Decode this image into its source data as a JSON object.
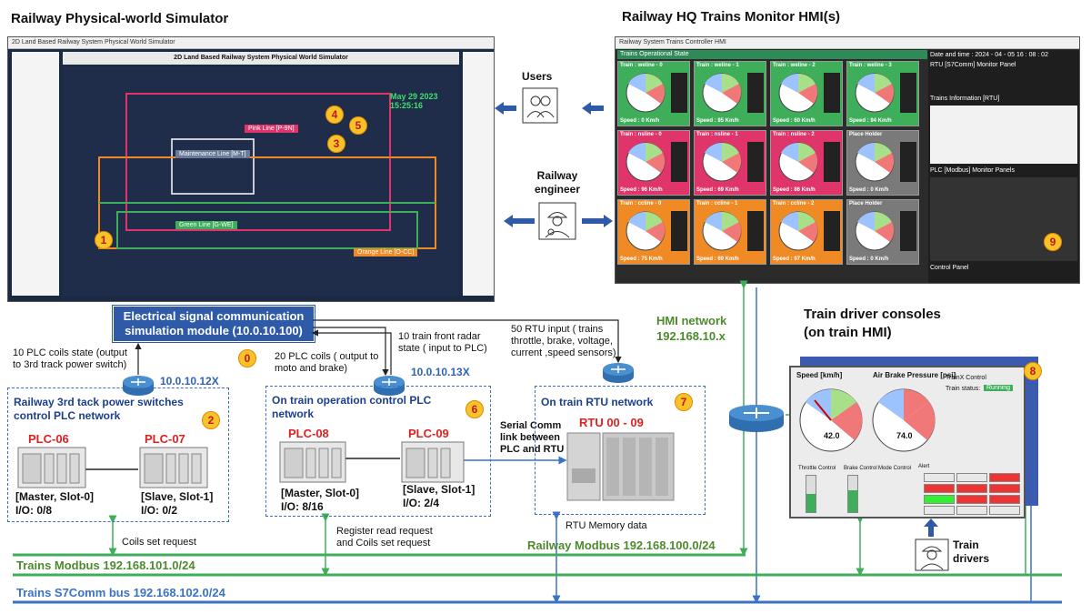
{
  "titles": {
    "simulator": "Railway Physical-world Simulator",
    "hq_hmi": "Railway HQ Trains Monitor HMI(s)",
    "driver_consoles": "Train driver consoles\n(on train HMI)"
  },
  "actors": {
    "users": "Users",
    "engineer": "Railway\nengineer",
    "drivers": "Train\ndrivers"
  },
  "esm": {
    "label": "Electrical signal communication\nsimulation module (10.0.10.100)"
  },
  "annotations": {
    "plc_coils_state": "10 PLC coils state (output\nto 3rd track power switch)",
    "plc_coils_20": "20 PLC coils ( output to\nmoto and brake)",
    "radar_state": "10 train front radar\nstate  ( input to PLC)",
    "rtu_input": "50 RTU input ( trains\nthrottle, brake, voltage,\ncurrent ,speed sensors)",
    "serial_comm": "Serial Comm\nlink between\nPLC and RTU",
    "coils_set_request": "Coils set request",
    "register_read": "Register read request\nand Coils set request",
    "rtu_memory": "RTU Memory data"
  },
  "networks": {
    "ip_12x": "10.0.10.12X",
    "ip_13x": "10.0.10.13X",
    "hmi_network": "HMI network\n192.168.10.x",
    "railway_modbus": "Railway Modbus 192.168.100.0/24",
    "trains_modbus": "Trains Modbus 192.168.101.0/24",
    "trains_s7comm": "Trains S7Comm bus 192.168.102.0/24"
  },
  "groups": {
    "power_switch": {
      "title": "Railway 3rd tack power switches\ncontrol PLC network",
      "plc_a": "PLC-06",
      "plc_b": "PLC-07",
      "plc_a_desc": "[Master, Slot-0]\nI/O: 0/8",
      "plc_b_desc": "[Slave, Slot-1]\nI/O: 0/2"
    },
    "on_train_plc": {
      "title": "On train operation control PLC\nnetwork",
      "plc_a": "PLC-08",
      "plc_b": "PLC-09",
      "plc_a_desc": "[Master, Slot-0]\nI/O: 8/16",
      "plc_b_desc": "[Slave, Slot-1]\nI/O: 2/4"
    },
    "rtu": {
      "title": "On train RTU network",
      "device": "RTU 00 - 09"
    }
  },
  "badges": [
    "0",
    "1",
    "2",
    "3",
    "4",
    "5",
    "6",
    "7",
    "8",
    "9"
  ],
  "simulator_screen": {
    "window_title": "2D Land Based Railway System Physical World Simulator",
    "heading": "2D Land Based Railway System Physical World Simulator",
    "date": "May 29 2023 15:25:16",
    "lines": [
      "Pink Line [P-9N]",
      "Maintenance Line [M-T]",
      "Green Line [G-WE]",
      "Orange Line [O-CC]"
    ]
  },
  "hmi_screen": {
    "window_title": "Railway System Trains Controller HMI",
    "section": "Trains Operational State",
    "date_time": "Date and time :  2024 - 04 - 05 16 : 08 : 02",
    "rtu_panel": "RTU [S7Comm] Monitor Panel",
    "trains_info": "Trains Information [RTU]",
    "plc_panel": "PLC [Modbus] Monitor Panels",
    "control_panel": "Control Panel",
    "tiles": [
      {
        "name": "Train : weline - 0",
        "speed": "Speed : 0 Km/h",
        "color": "#3fae5a"
      },
      {
        "name": "Train : weline - 1",
        "speed": "Speed : 95 Km/h",
        "color": "#3fae5a"
      },
      {
        "name": "Train : weline - 2",
        "speed": "Speed : 60 Km/h",
        "color": "#3fae5a"
      },
      {
        "name": "Train : weline - 3",
        "speed": "Speed : 94 Km/h",
        "color": "#3fae5a"
      },
      {
        "name": "Train : nsline - 0",
        "speed": "Speed : 96 Km/h",
        "color": "#e0356a"
      },
      {
        "name": "Train : nsline - 1",
        "speed": "Speed : 69 Km/h",
        "color": "#e0356a"
      },
      {
        "name": "Train : nsline - 2",
        "speed": "Speed : 86 Km/h",
        "color": "#e0356a"
      },
      {
        "name": "Place Holder",
        "speed": "Speed : 0 Km/h",
        "color": "#7a7a7a"
      },
      {
        "name": "Train : ccline - 0",
        "speed": "Speed : 75 Km/h",
        "color": "#f08a24"
      },
      {
        "name": "Train : ccline - 1",
        "speed": "Speed : 69 Km/h",
        "color": "#f08a24"
      },
      {
        "name": "Train : ccline - 2",
        "speed": "Speed : 97 Km/h",
        "color": "#f08a24"
      },
      {
        "name": "Place Holder",
        "speed": "Speed : 0 Km/h",
        "color": "#7a7a7a"
      }
    ]
  },
  "console_screen": {
    "speed_title": "Speed [km/h]",
    "brake_title": "Air Brake Pressure [psi]",
    "speed_value": "42.0",
    "brake_value": "74.0",
    "train_control": "TrainX Control",
    "train_status": "Train status:",
    "status_value": "Running",
    "throttle": "Throttle Control",
    "brake": "Brake Control",
    "mode": "Mode Control",
    "alert": "Alert"
  },
  "colors": {
    "blue_bus": "#3a72c4",
    "green_bus": "#3fae5a",
    "arrow_blue": "#2f5aa8"
  }
}
